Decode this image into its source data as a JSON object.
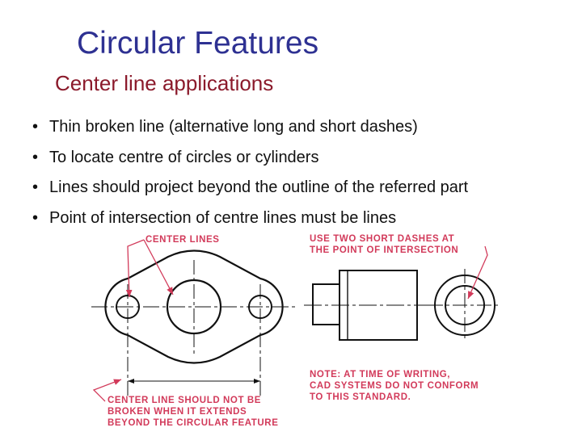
{
  "title": "Circular Features",
  "subtitle": "Center line applications",
  "bullets": [
    "Thin broken line (alternative long and short dashes)",
    "To locate centre of circles or cylinders",
    "Lines should project beyond the outline of the referred part",
    "Point of intersection of centre lines must be lines"
  ],
  "figure": {
    "label_center_lines": "CENTER LINES",
    "label_two_dashes": [
      "USE TWO SHORT DASHES AT",
      "THE POINT OF INTERSECTION"
    ],
    "label_note": [
      "NOTE: AT TIME OF WRITING,",
      "CAD SYSTEMS DO NOT CONFORM",
      "TO THIS STANDARD."
    ],
    "label_broken": [
      "CENTER LINE SHOULD NOT BE",
      "BROKEN WHEN IT EXTENDS",
      "BEYOND THE CIRCULAR FEATURE"
    ]
  },
  "colors": {
    "title": "#2e3192",
    "subtitle": "#8b1a2b",
    "annotation": "#d23a5a",
    "drawing": "#111111"
  }
}
